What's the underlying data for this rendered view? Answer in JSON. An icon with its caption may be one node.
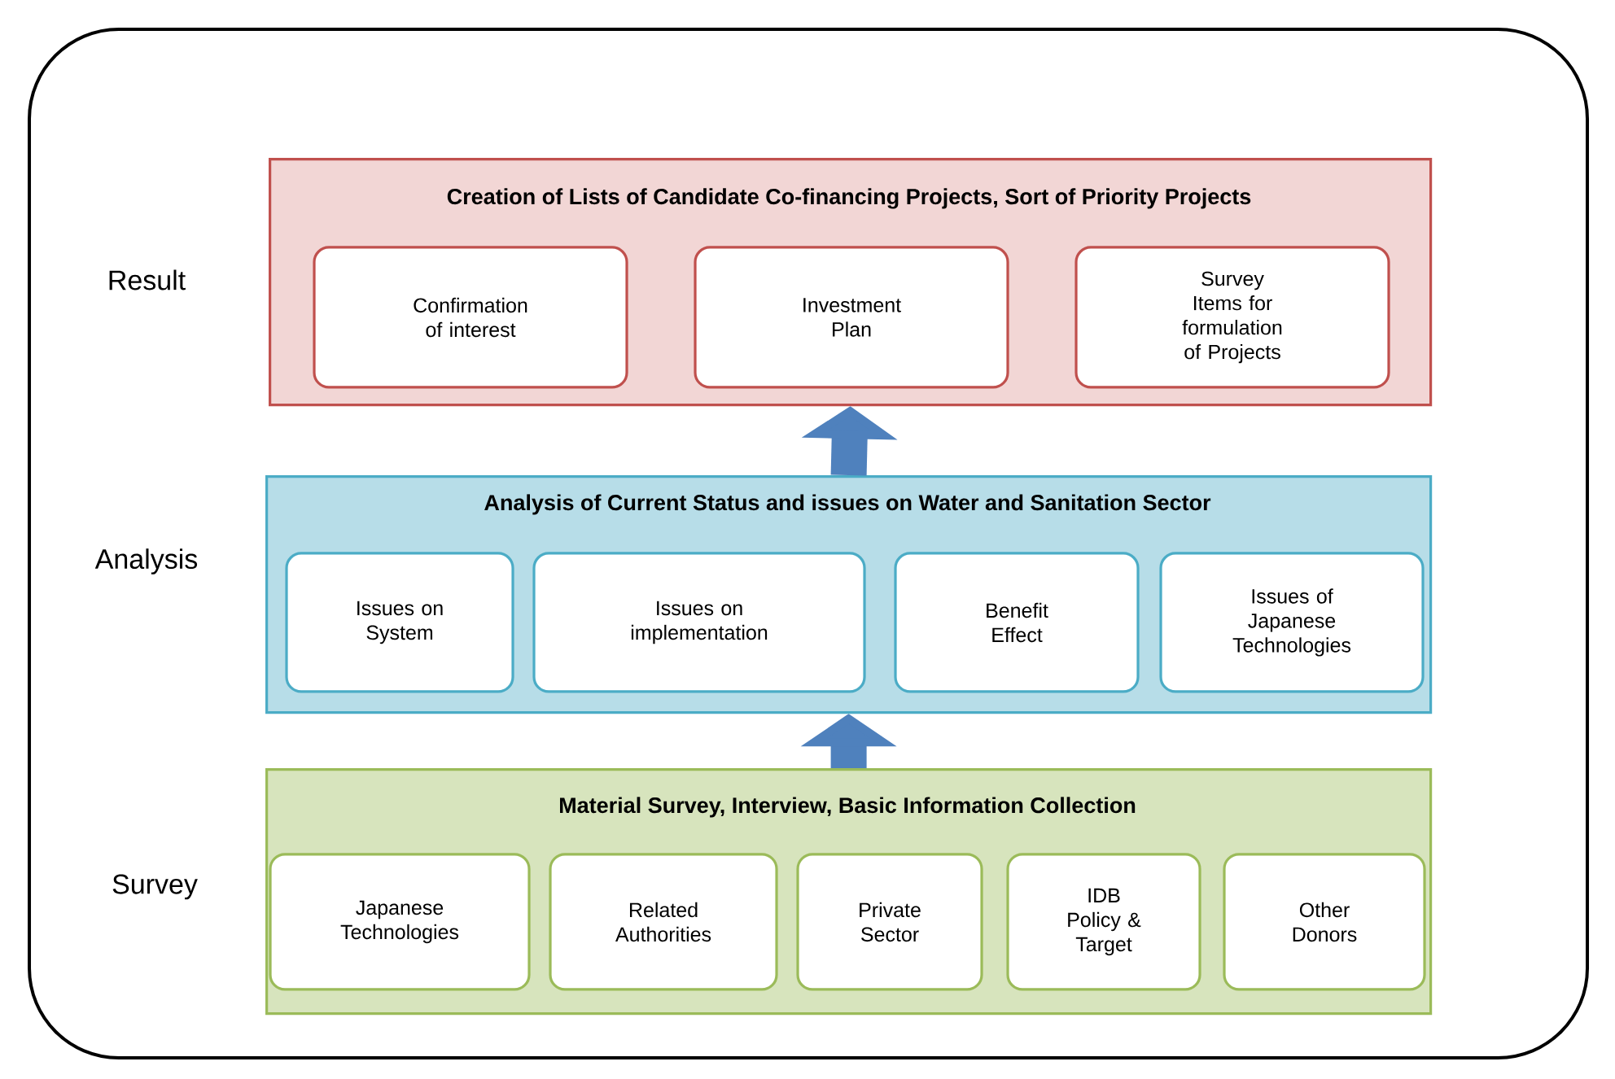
{
  "diagram": {
    "nodes": [
      {
        "text": [
          "Creation of Lists of Candidate Co-financing Projects, Sort of Priority Projects"
        ],
        "beside": [
          "Result"
        ]
      },
      {
        "text": [
          "Confirmation of interest"
        ],
        "in": 0
      },
      {
        "text": [
          "Investment Plan"
        ],
        "in": 0
      },
      {
        "text": [
          "Survey Items for formulation of Projects"
        ],
        "in": 0
      },
      {
        "text": [
          "Analysis of Current Status and issues on Water and Sanitation Sector"
        ],
        "beside": [
          "Analysis"
        ]
      },
      {
        "text": [
          "Issues on System"
        ],
        "in": 4
      },
      {
        "text": [
          "Issues on implementation"
        ],
        "in": 4
      },
      {
        "text": [
          "Benefit Effect"
        ],
        "in": 4
      },
      {
        "text": [
          "Issues of Japanese Technologies"
        ],
        "in": 4
      },
      {
        "text": [
          "Material Survey, Interview, Basic Information Collection"
        ],
        "beside": [
          "Survey"
        ]
      },
      {
        "text": [
          "Japanese Technologies"
        ],
        "in": 9
      },
      {
        "text": [
          "Related Authorities"
        ],
        "in": 9
      },
      {
        "text": [
          "Private Sector"
        ],
        "in": 9
      },
      {
        "text": [
          "IDB Policy & Target"
        ],
        "in": 9
      },
      {
        "text": [
          "Other Donors"
        ],
        "in": 9
      }
    ],
    "edges": [
      {
        "from": 9,
        "to": 4,
        "arrow": "to"
      },
      {
        "from": 4,
        "to": 0,
        "arrow": "to"
      }
    ]
  }
}
